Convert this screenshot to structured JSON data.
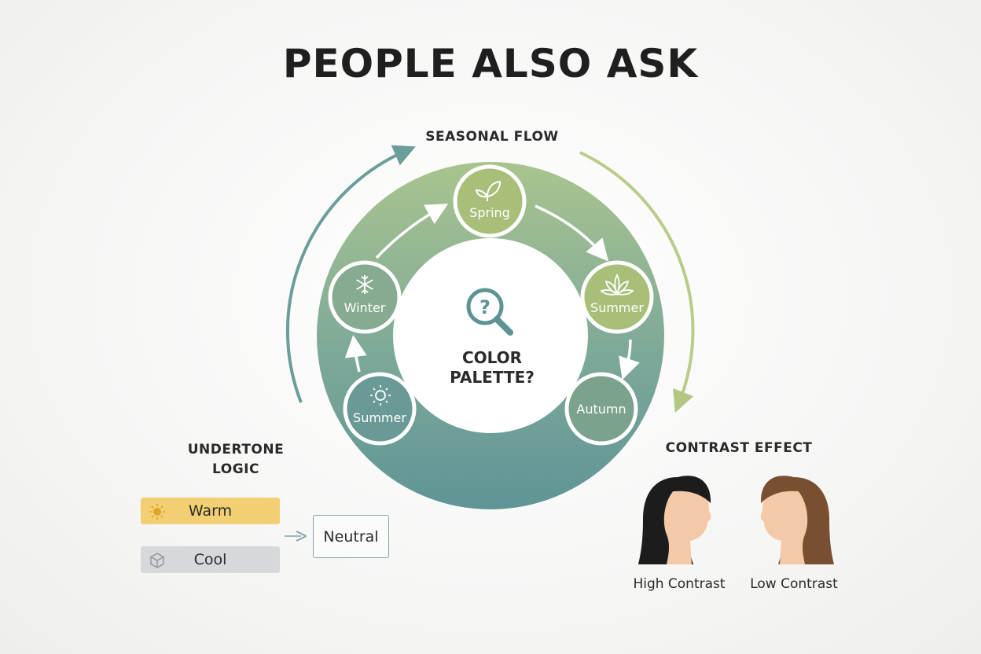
{
  "title": "PEOPLE ALSO ASK",
  "seasonal_flow": {
    "label": "SEASONAL FLOW",
    "center_line1": "COLOR",
    "center_line2": "PALETTE?",
    "nodes": {
      "spring": "Spring",
      "summer_right": "Summer",
      "autumn": "Autumn",
      "summer_left": "Summer",
      "winter": "Winter"
    },
    "icons": {
      "spring": "leaf-icon",
      "summer_right": "flower-icon",
      "summer_left": "sun-icon",
      "winter": "snowflake-icon",
      "center": "magnifier-question-icon"
    },
    "colors": {
      "ring_top": "#a9c48e",
      "ring_bottom": "#5f9496",
      "node_green": "#a7bf78",
      "node_teal": "#6d9b8f",
      "arc_left": "#6a9e9a",
      "arc_right": "#b9cc8a"
    }
  },
  "undertone": {
    "label_line1": "UNDERTONE",
    "label_line2": "LOGIC",
    "warm": "Warm",
    "cool": "Cool",
    "neutral": "Neutral",
    "colors": {
      "warm": "#f2cf73",
      "cool": "#d6d8d9"
    }
  },
  "contrast": {
    "label": "CONTRAST EFFECT",
    "high": "High Contrast",
    "low": "Low Contrast",
    "colors": {
      "high_hair": "#1c1c1c",
      "low_hair": "#7a4e30",
      "skin": "#f3c9a8"
    }
  }
}
